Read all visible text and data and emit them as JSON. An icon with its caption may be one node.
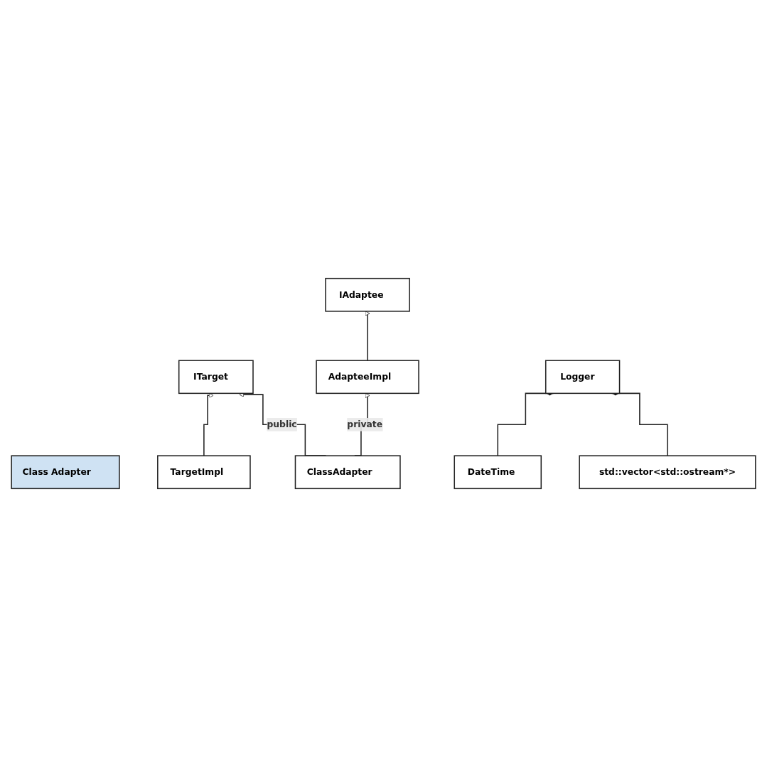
{
  "diagram": {
    "nodes": [
      {
        "text": [
          "Class Adapter"
        ]
      },
      {
        "text": [
          "ITarget"
        ]
      },
      {
        "text": [
          "IAdaptee"
        ]
      },
      {
        "text": [
          "TargetImpl"
        ]
      },
      {
        "text": [
          "ClassAdapter"
        ]
      },
      {
        "text": [
          "AdapteeImpl"
        ]
      },
      {
        "text": [
          "Logger"
        ]
      },
      {
        "text": [
          "DateTime"
        ]
      },
      {
        "text": [
          "std::vector<std::ostream*>"
        ]
      }
    ],
    "edges": [
      {
        "from": 4,
        "to": 1,
        "label": "public",
        "arrow": "to"
      },
      {
        "from": 3,
        "to": 1,
        "arrow": "to"
      },
      {
        "from": 5,
        "to": 2,
        "arrow": "to"
      },
      {
        "from": 4,
        "to": 5,
        "label": "private",
        "arrow": "to"
      },
      {
        "from": 7,
        "to": 6,
        "arrow": "other"
      },
      {
        "from": 8,
        "to": 6,
        "arrow": "other"
      }
    ]
  }
}
